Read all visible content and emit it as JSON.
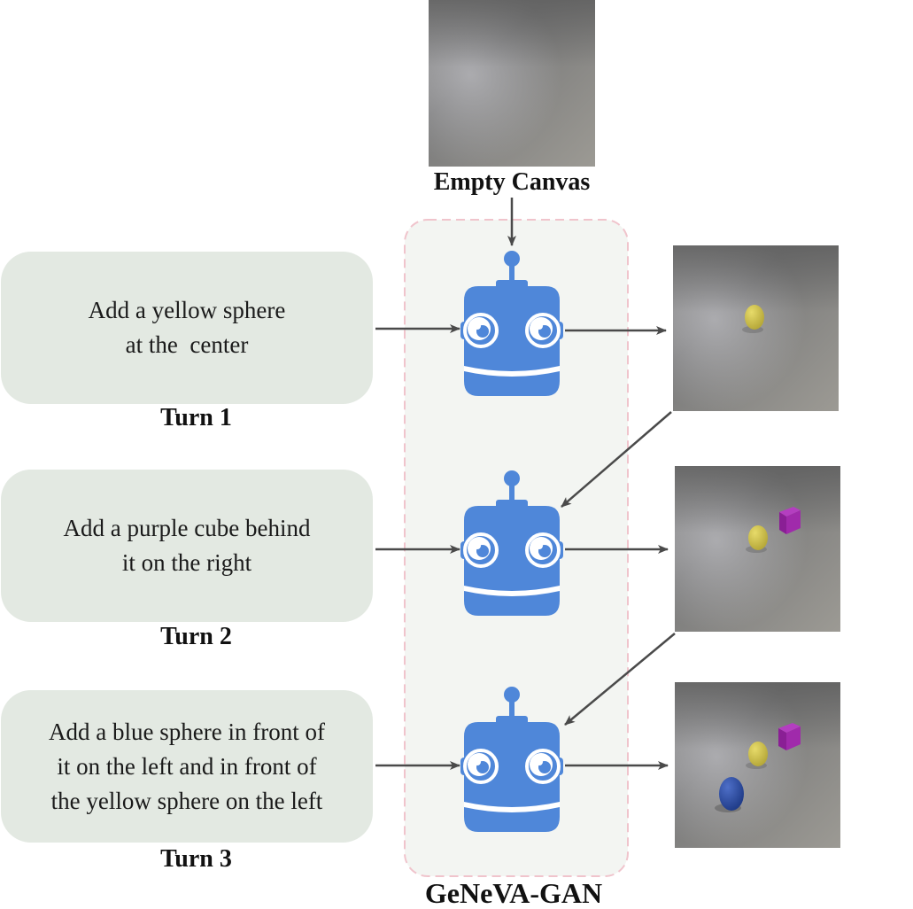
{
  "canvas": {
    "label": "Empty Canvas"
  },
  "model": {
    "label": "GeNeVA-GAN"
  },
  "turns": [
    {
      "label": "Turn 1",
      "instruction_lines": [
        "Add a yellow sphere",
        "at the  center"
      ]
    },
    {
      "label": "Turn 2",
      "instruction_lines": [
        "Add a purple cube behind",
        "it on the right"
      ]
    },
    {
      "label": "Turn 3",
      "instruction_lines": [
        "Add a blue sphere in front of",
        "it on the left and in front of",
        "the yellow sphere on the left"
      ]
    }
  ],
  "colors": {
    "robot": "#4f87d9",
    "bubble": "#e3e9e2",
    "model_box_border": "#f0c4cc",
    "model_box_fill": "#f3f5f2",
    "arrow": "#4a4a4a"
  },
  "icons": [
    "robot-icon",
    "arrow-icon"
  ]
}
